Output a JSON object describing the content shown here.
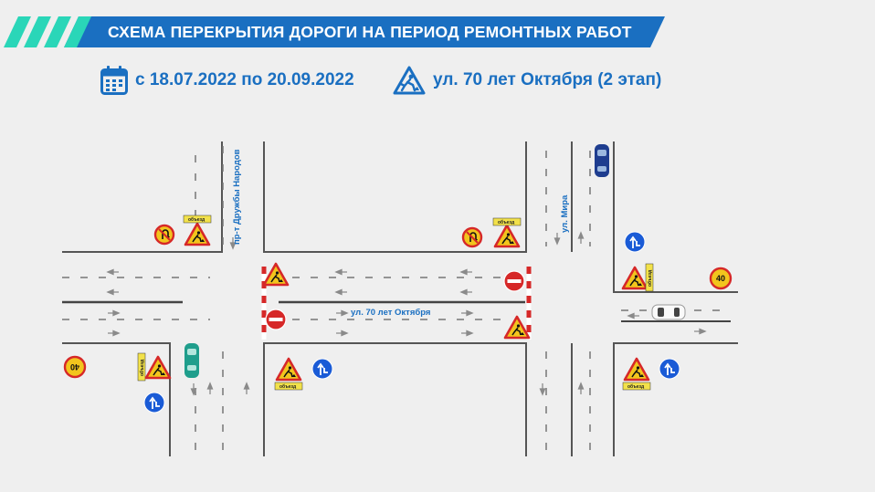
{
  "header": {
    "title": "СХЕМА ПЕРЕКРЫТИЯ ДОРОГИ НА ПЕРИОД РЕМОНТНЫХ РАБОТ",
    "accent_color": "#1a6fc1",
    "stripe_color": "#2ad6b8"
  },
  "info": {
    "dates": "с 18.07.2022 по 20.09.2022",
    "dates_icon": "calendar-icon",
    "street": "ул. 70 лет Октября (2 этап)",
    "street_icon": "road-works-icon"
  },
  "map": {
    "streets": {
      "main": "ул. 70 лет Октября",
      "left": "пр-т Дружбы Народов",
      "right": "ул. Мира"
    },
    "signs": {
      "detour": "объезд",
      "speed_limit": "40"
    }
  }
}
